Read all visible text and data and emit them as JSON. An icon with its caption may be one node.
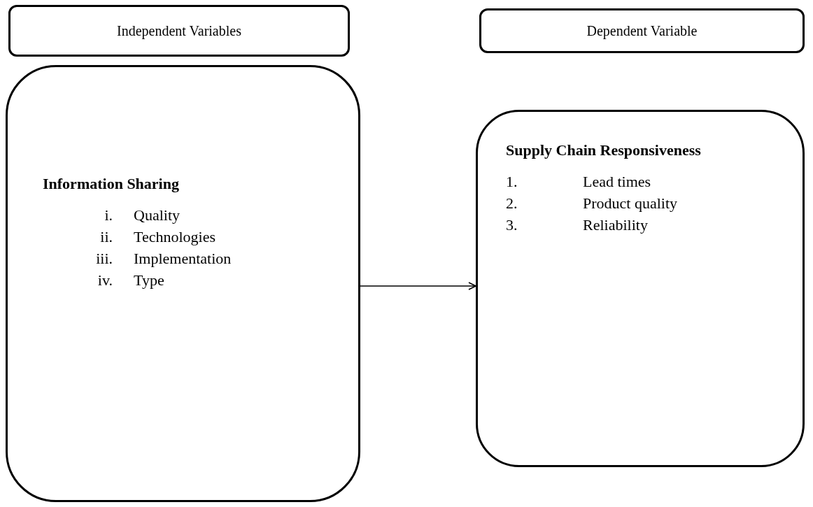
{
  "diagram": {
    "nodes": [
      {
        "text": [
          "Independent Variables"
        ]
      },
      {
        "text": [
          "Dependent Variable"
        ]
      },
      {
        "text": [
          "Information Sharing",
          "i. Quality",
          "ii. Technologies",
          "iii. Implementation",
          "iv. Type"
        ]
      },
      {
        "text": [
          "Supply Chain Responsiveness",
          "1. Lead times",
          "2. Product quality",
          "3. Reliability"
        ]
      }
    ],
    "edges": [
      {
        "from": 2,
        "to": 3,
        "arrow": "to"
      }
    ]
  }
}
